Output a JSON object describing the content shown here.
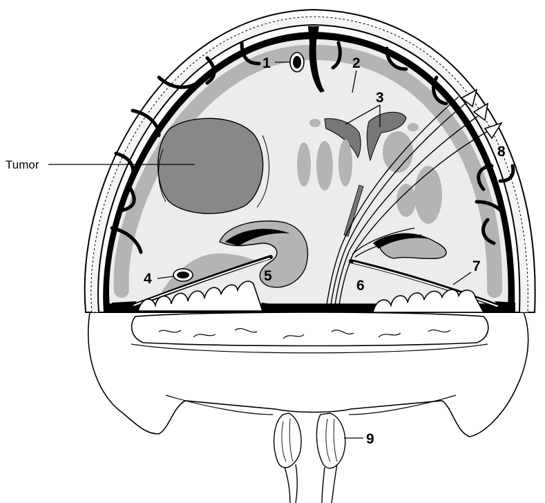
{
  "labels": {
    "tumor": "Tumor",
    "n1": "1",
    "n2": "2",
    "n3": "3",
    "n4": "4",
    "n5": "5",
    "n6": "6",
    "n7": "7",
    "n8": "8",
    "n9": "9"
  },
  "colors": {
    "line": "#000000",
    "tissue_gray": "#b4b4b4",
    "dark_gray": "#777777",
    "tumor_fill": "#888888",
    "background": "#ffffff"
  }
}
